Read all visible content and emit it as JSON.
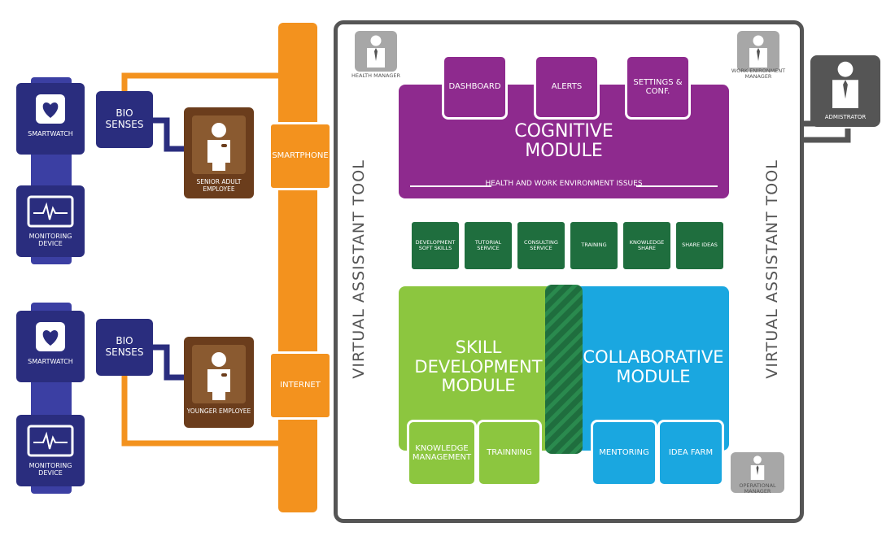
{
  "left_units": [
    {
      "device_top": "SMARTWATCH",
      "device_bottom": "MONITORING DEVICE",
      "bio": "BIO SENSES",
      "employee": "SENIOR ADULT EMPLOYEE"
    },
    {
      "device_top": "SMARTWATCH",
      "device_bottom": "MONITORING DEVICE",
      "bio": "BIO SENSES",
      "employee": "YOUNGER EMPLOYEE"
    }
  ],
  "bus": {
    "top": "SMARTPHONE",
    "bottom": "INTERNET"
  },
  "tool_label": "VIRTUAL ASSISTANT TOOL",
  "managers": {
    "health": "HEALTH MANAGER",
    "work_env": "WORK ENIRONMENT MANAGER",
    "operational": "OPERATIONAL MANAGER",
    "admin": "ADMISTRATOR"
  },
  "cognitive": {
    "title_line1": "COGNITIVE",
    "title_line2": "MODULE",
    "subtitle": "HEALTH AND WORK ENVIRONMENT ISSUES",
    "tabs": [
      "DASHBOARD",
      "ALERTS",
      "SETTINGS & CONF."
    ]
  },
  "services": [
    "DEVELOPMENT SOFT SKILLS",
    "TUTORIAL SERVICE",
    "CONSULTING SERVICE",
    "TRAINING",
    "KNOWLEDGE SHARE",
    "SHARE IDEAS"
  ],
  "skill": {
    "title_line1": "SKILL",
    "title_line2": "DEVELOPMENT",
    "title_line3": "MODULE",
    "tabs": [
      "KNOWLEDGE MANAGEMENT",
      "TRAINNING"
    ]
  },
  "collab": {
    "title_line1": "COLLABORATIVE",
    "title_line2": "MODULE",
    "tabs": [
      "MENTORING",
      "IDEA FARM"
    ]
  },
  "colors": {
    "navy": "#2a2d7e",
    "brown": "#6b3d1c",
    "orange": "#f3921e",
    "purple": "#8e2a8e",
    "dark_green": "#1f6e3e",
    "light_green": "#8cc63f",
    "blue": "#1aa7e0",
    "gray": "#555555"
  }
}
